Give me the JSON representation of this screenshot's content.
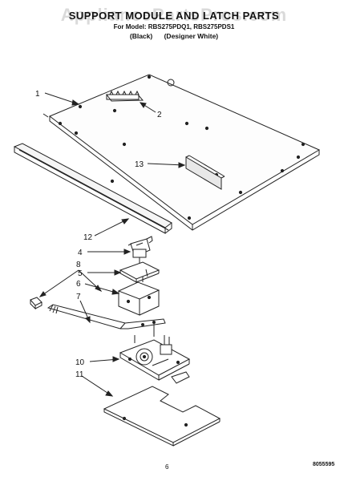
{
  "header": {
    "title": "SUPPORT MODULE AND LATCH PARTS",
    "models_line": "For Model: RBS275PDQ1, RBS275PDS1",
    "color_black": "(Black)",
    "color_designer_white": "(Designer White)"
  },
  "watermark": "AppliancePartsPros.com",
  "callouts": {
    "c1": "1",
    "c2": "2",
    "c4": "4",
    "c5": "5",
    "c6": "6",
    "c7": "7",
    "c8": "8",
    "c10": "10",
    "c11": "11",
    "c12": "12",
    "c13": "13"
  },
  "footer": {
    "page_number": "6",
    "doc_code": "8055595"
  }
}
